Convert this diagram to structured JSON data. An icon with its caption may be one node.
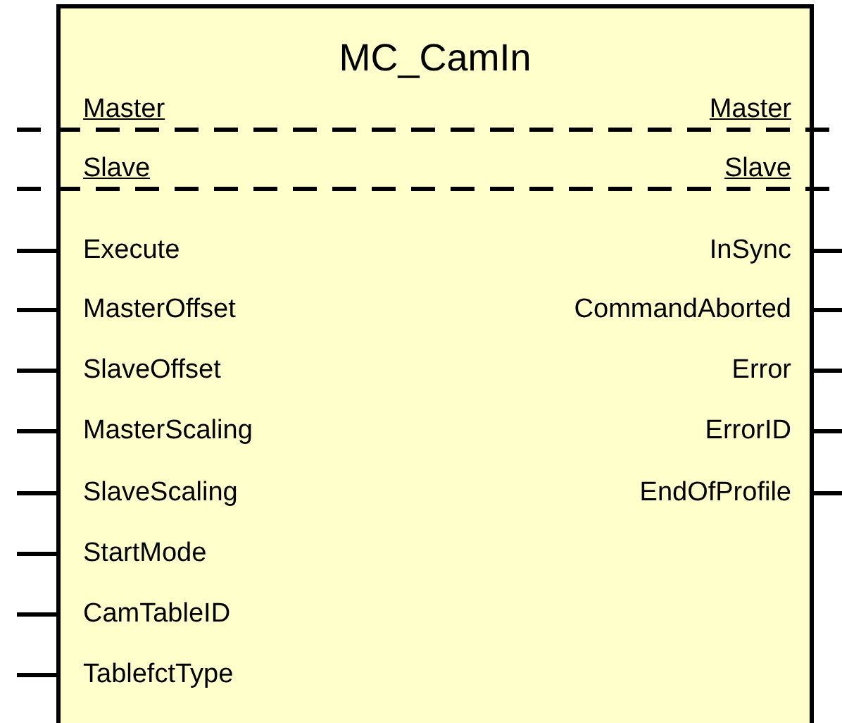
{
  "diagram": {
    "nodes": [
      {
        "text": [
          "MC_CamIn"
        ]
      }
    ],
    "labels": [
      "Master",
      "Master",
      "Slave",
      "Slave",
      "Execute",
      "InSync",
      "MasterOffset",
      "CommandAborted",
      "SlaveOffset",
      "Error",
      "MasterScaling",
      "ErrorID",
      "SlaveScaling",
      "EndOfProfile",
      "StartMode",
      "CamTableID",
      "TablefctType"
    ]
  }
}
